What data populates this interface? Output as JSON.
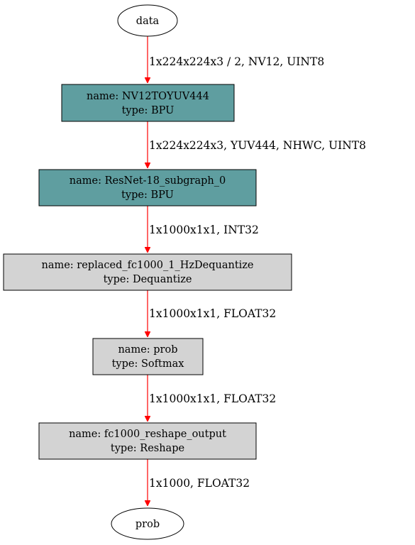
{
  "colors": {
    "bpu_fill": "#5f9ea0",
    "default_fill": "#d3d3d3",
    "io_fill": "#ffffff",
    "edge": "#ff0000",
    "stroke": "#000000"
  },
  "inputs": {
    "data": "data"
  },
  "outputs": {
    "prob": "prob"
  },
  "nodes": {
    "nv12": {
      "name": "name: NV12TOYUV444",
      "type": "type: BPU"
    },
    "resnet": {
      "name": "name: ResNet-18_subgraph_0",
      "type": "type: BPU"
    },
    "dequant": {
      "name": "name: replaced_fc1000_1_HzDequantize",
      "type": "type: Dequantize"
    },
    "softmax": {
      "name": "name: prob",
      "type": "type: Softmax"
    },
    "reshape": {
      "name": "name: fc1000_reshape_output",
      "type": "type: Reshape"
    }
  },
  "edges": {
    "e1": "1x224x224x3 / 2, NV12, UINT8",
    "e2": "1x224x224x3, YUV444, NHWC, UINT8",
    "e3": "1x1000x1x1, INT32",
    "e4": "1x1000x1x1, FLOAT32",
    "e5": "1x1000x1x1, FLOAT32",
    "e6": "1x1000, FLOAT32"
  }
}
